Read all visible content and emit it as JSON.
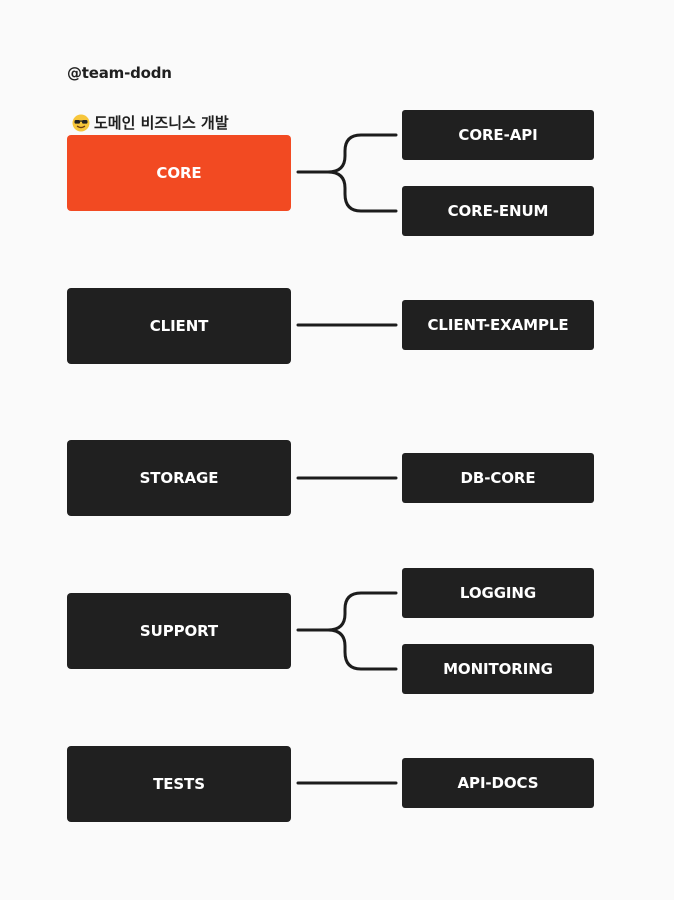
{
  "handle": "@team-dodn",
  "domain_label": {
    "icon": "sunglasses-face-icon",
    "text": "도메인 비즈니스 개발"
  },
  "colors": {
    "accent": "#f24a22",
    "box": "#202020",
    "background": "#fafafa"
  },
  "modules": [
    {
      "label": "CORE",
      "highlighted": true,
      "children": [
        "CORE-API",
        "CORE-ENUM"
      ]
    },
    {
      "label": "CLIENT",
      "highlighted": false,
      "children": [
        "CLIENT-EXAMPLE"
      ]
    },
    {
      "label": "STORAGE",
      "highlighted": false,
      "children": [
        "DB-CORE"
      ]
    },
    {
      "label": "SUPPORT",
      "highlighted": false,
      "children": [
        "LOGGING",
        "MONITORING"
      ]
    },
    {
      "label": "TESTS",
      "highlighted": false,
      "children": [
        "API-DOCS"
      ]
    }
  ]
}
